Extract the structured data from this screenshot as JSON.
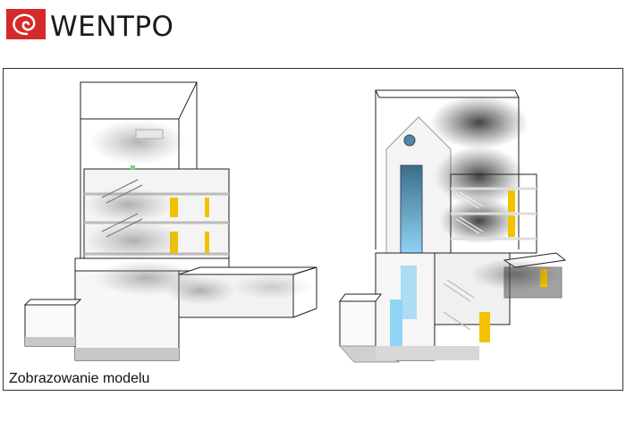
{
  "brand": {
    "name": "WENTPO",
    "logo_icon": "red-spiral-logo-icon",
    "accent": "#d42a2a"
  },
  "figure": {
    "caption": "Zobrazowanie modelu",
    "models": [
      {
        "view": "section-cutaway",
        "accent": "#f2c200"
      },
      {
        "view": "smoke-visualization",
        "accent": "#6ec3f0"
      }
    ]
  }
}
